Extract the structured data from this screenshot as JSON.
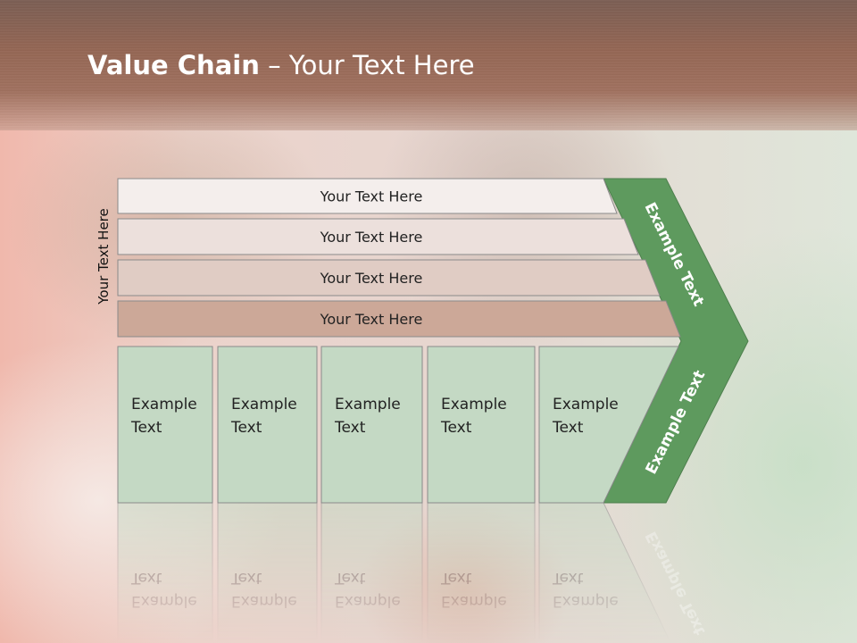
{
  "slide": {
    "title_bold": "Value Chain",
    "title_rest": " – Your Text Here"
  },
  "diagram": {
    "side_label": "Your Text Here",
    "rows": [
      {
        "label": "Your Text Here",
        "fill": "#f4eeec"
      },
      {
        "label": "Your Text Here",
        "fill": "#ece0dc"
      },
      {
        "label": "Your Text Here",
        "fill": "#e0ccc4"
      },
      {
        "label": "Your Text Here",
        "fill": "#cca898"
      }
    ],
    "boxes": [
      {
        "line1": "Example",
        "line2": "Text"
      },
      {
        "line1": "Example",
        "line2": "Text"
      },
      {
        "line1": "Example",
        "line2": "Text"
      },
      {
        "line1": "Example",
        "line2": "Text"
      },
      {
        "line1": "Example",
        "line2": "Text"
      }
    ],
    "chevron_upper_label": "Example Text",
    "chevron_lower_label": "Example Text",
    "colors": {
      "chevron": "#5e9a5e",
      "box_fill": "#c4d9c4",
      "border": "#8a8a8a",
      "text": "#222222",
      "chevron_text": "#ffffff"
    }
  }
}
